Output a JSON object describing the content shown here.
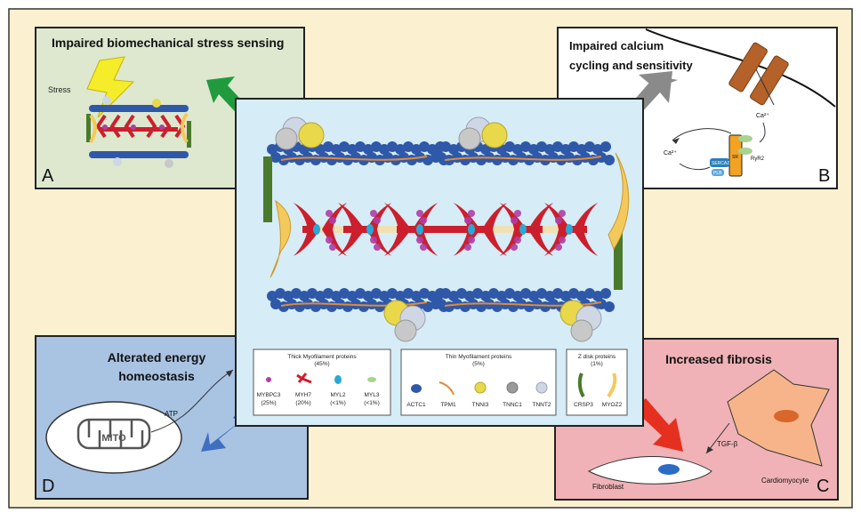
{
  "panels": {
    "a": {
      "title": "Impaired biomechanical  stress sensing",
      "letter": "A",
      "stress_label": "Stress"
    },
    "b": {
      "title_line1": "Impaired calcium",
      "title_line2": "cycling and sensitivity",
      "letter": "B",
      "ca_label": "Ca²⁺",
      "ryr2": "RyR2",
      "serca2": "SERCA2",
      "plb": "PLB",
      "sr": "SR"
    },
    "c": {
      "title": "Increased fibrosis",
      "letter": "C",
      "tgf": "TGF-β",
      "cardiomyocyte": "Cardiomyocyte",
      "fibroblast": "Fibroblast"
    },
    "d": {
      "title_line1": "Alterated energy",
      "title_line2": "homeostasis",
      "letter": "D",
      "atp": "ATP",
      "mito": "MITO"
    }
  },
  "legend": {
    "thick": {
      "title": "Thick Myofilament proteins",
      "pct": "(45%)",
      "items": [
        {
          "name": "MYBPC3",
          "pct": "(25%)"
        },
        {
          "name": "MYH7",
          "pct": "(20%)"
        },
        {
          "name": "MYL2",
          "pct": "(<1%)"
        },
        {
          "name": "MYL3",
          "pct": "(<1%)"
        }
      ]
    },
    "thin": {
      "title": "Thin Myofilament proteins",
      "pct": "(5%)",
      "items": [
        {
          "name": "ACTC1"
        },
        {
          "name": "TPM1"
        },
        {
          "name": "TNNI3"
        },
        {
          "name": "TNNC1"
        },
        {
          "name": "TNNT2"
        }
      ]
    },
    "zdisk": {
      "title": "Z disk proteins",
      "pct": "(1%)",
      "items": [
        {
          "name": "CRSP3"
        },
        {
          "name": "MYOZ2"
        }
      ]
    }
  },
  "colors": {
    "background": "#fbf1d0",
    "center_panel": "#d6ecf6",
    "panel_a": "#dde8cf",
    "panel_d": "#a9c3e3",
    "panel_c": "#f0b2b6",
    "arrow_green": "#1f9b3e",
    "arrow_gray": "#8a8a8a",
    "arrow_blue": "#3e6fc0",
    "arrow_red": "#e6301f",
    "actin": "#2f58a8",
    "myosin": "#cc1f2d",
    "mybpc3": "#b03fa6",
    "zdisk_green": "#4a7a2b",
    "zdisk_yellow": "#f4c95c"
  }
}
